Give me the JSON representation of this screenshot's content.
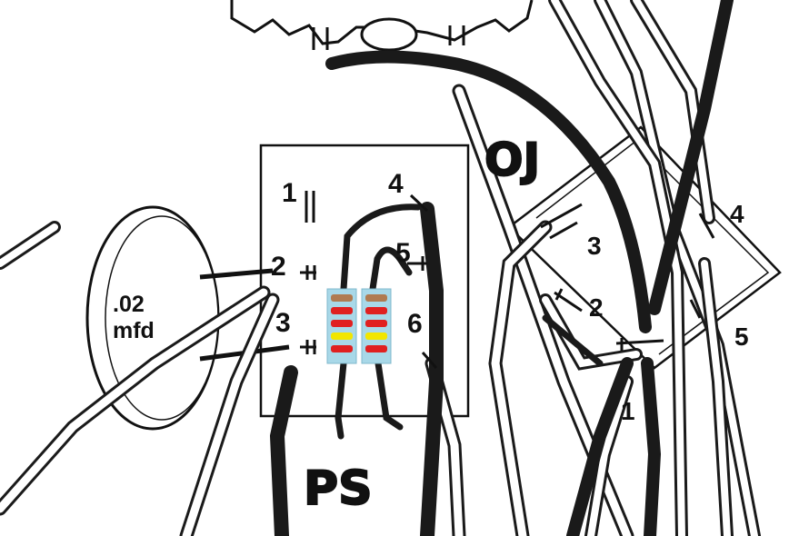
{
  "capacitor": {
    "value_line1": ".02",
    "value_line2": "mfd"
  },
  "terminal_board": {
    "label": "PS",
    "terminals": [
      "1",
      "2",
      "3",
      "4",
      "5",
      "6"
    ]
  },
  "switch": {
    "label": "OJ",
    "terminals": [
      "1",
      "2",
      "3",
      "4",
      "5"
    ]
  },
  "resistors": [
    {
      "bands": [
        "#b07a50",
        "#e02020",
        "#e02020",
        "#f2e600",
        "#e02020"
      ]
    },
    {
      "bands": [
        "#b07a50",
        "#e02020",
        "#e02020",
        "#f2e600",
        "#e02020"
      ]
    }
  ],
  "colors": {
    "wire_dark": "#1a1a1a",
    "resistor_body": "#a8d8e8",
    "band_brown": "#b07a50",
    "band_red": "#e02020",
    "band_yellow": "#f2e600"
  }
}
